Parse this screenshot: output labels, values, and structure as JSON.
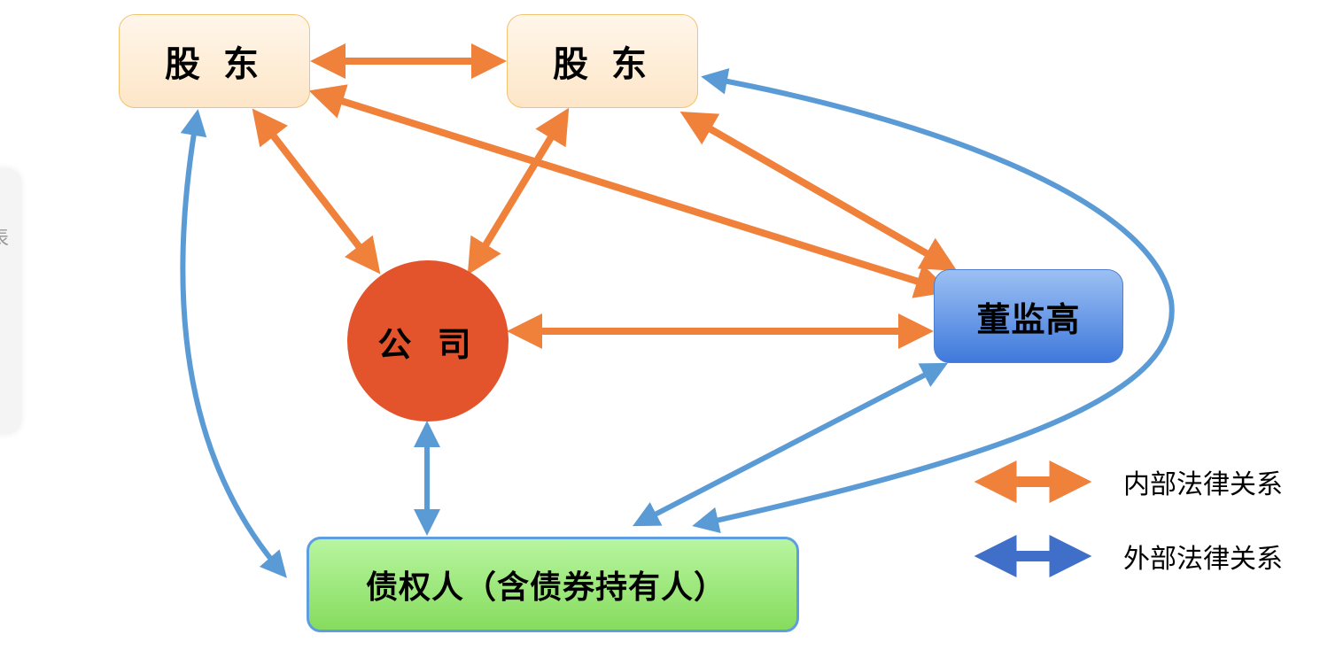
{
  "side_tab": {
    "glyph": "表"
  },
  "nodes": {
    "shareholder_left": "股 东",
    "shareholder_right": "股 东",
    "company": "公 司",
    "directors_supervisors_executives": "董监高",
    "creditors": "债权人（含债券持有人）"
  },
  "legend": {
    "internal": {
      "label": "内部法律关系",
      "color": "#f0813b"
    },
    "external": {
      "label": "外部法律关系",
      "color": "#3f6fc9"
    }
  },
  "colors": {
    "internal_arrow": "#f0813b",
    "external_arrow": "#5b9bd5",
    "company_fill": "#e4542c",
    "dsm_fill": "#3f79dc",
    "creditor_fill": "#86dc5e",
    "shareholder_fill": "#fde6c8"
  },
  "relations": {
    "internal": [
      [
        "shareholder_left",
        "shareholder_right"
      ],
      [
        "shareholder_left",
        "company"
      ],
      [
        "shareholder_right",
        "company"
      ],
      [
        "shareholder_left",
        "directors_supervisors_executives"
      ],
      [
        "shareholder_right",
        "directors_supervisors_executives"
      ],
      [
        "company",
        "directors_supervisors_executives"
      ]
    ],
    "external": [
      [
        "shareholder_left",
        "creditors"
      ],
      [
        "shareholder_right",
        "creditors"
      ],
      [
        "company",
        "creditors"
      ],
      [
        "directors_supervisors_executives",
        "creditors"
      ]
    ]
  }
}
